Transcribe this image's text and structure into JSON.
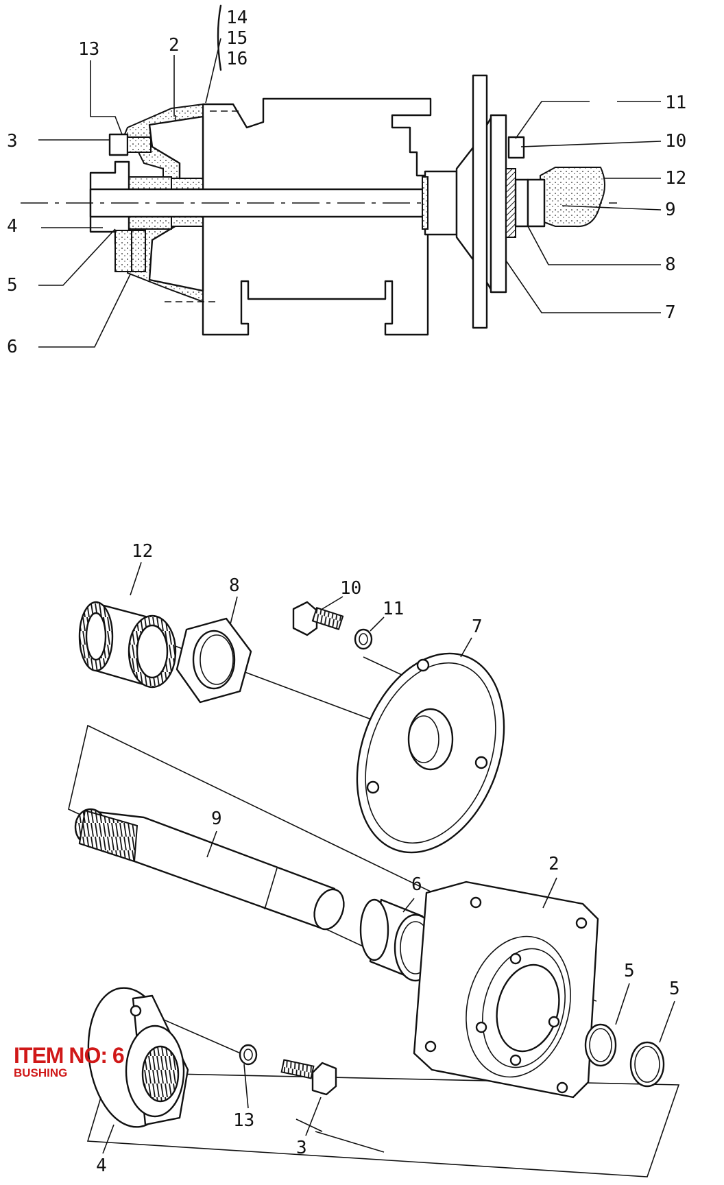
{
  "top_labels": [
    "14",
    "15",
    "16",
    "13",
    "2",
    "3",
    "4",
    "5",
    "6",
    "11",
    "10",
    "12",
    "9",
    "8",
    "7"
  ],
  "bottom_labels": [
    "12",
    "8",
    "10",
    "11",
    "7",
    "9",
    "2",
    "6",
    "5",
    "5",
    "13",
    "3",
    "4"
  ],
  "item_tag": {
    "number": "ITEM NO: 6",
    "name": "BUSHING",
    "color": "#d01818"
  }
}
